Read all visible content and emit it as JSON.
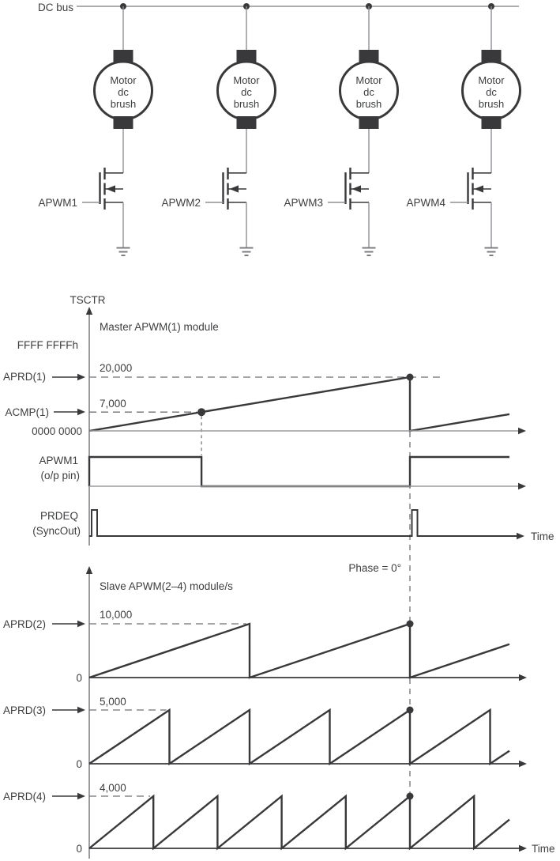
{
  "colors": {
    "dark": "#39393b",
    "gray_wire": "#8f9093",
    "light_baseline": "#9b9c9e",
    "dash": "#707174",
    "text": "#3d3e40",
    "background": "#ffffff"
  },
  "circuit": {
    "bus_label": "DC bus",
    "motor_label_lines": [
      "Motor",
      "dc",
      "brush"
    ],
    "branches": [
      {
        "gate_label": "APWM1"
      },
      {
        "gate_label": "APWM2"
      },
      {
        "gate_label": "APWM3"
      },
      {
        "gate_label": "APWM4"
      }
    ]
  },
  "timing": {
    "axis_label": "TSCTR",
    "master": {
      "title": "Master APWM(1) module",
      "max_label": "FFFF FFFFh",
      "zero_label": "0000 0000",
      "aprd_label": "APRD(1)",
      "aprd_value_label": "20,000",
      "acmp_label": "ACMP(1)",
      "acmp_value_label": "7,000",
      "pwm_label_line1": "APWM1",
      "pwm_label_line2": "(o/p pin)",
      "sync_label_line1": "PRDEQ",
      "sync_label_line2": "(SyncOut)",
      "time_label": "Time",
      "phase_label": "Phase = 0°"
    },
    "slave": {
      "title": "Slave APWM(2–4) module/s",
      "rows": [
        {
          "label": "APRD(2)",
          "value_label": "10,000",
          "zero_label": "0"
        },
        {
          "label": "APRD(3)",
          "value_label": "5,000",
          "zero_label": "0"
        },
        {
          "label": "APRD(4)",
          "value_label": "4,000",
          "zero_label": "0"
        }
      ],
      "time_label": "Time"
    }
  },
  "chart_data": [
    {
      "type": "line",
      "title": "Master APWM(1) module",
      "ylabel": "TSCTR",
      "xlabel": "Time",
      "series": [
        {
          "name": "TSCTR counter",
          "shape": "sawtooth",
          "period": 20000,
          "start": 0
        }
      ],
      "annotations": {
        "APRD(1)": 20000,
        "ACMP(1)": 7000,
        "counter_reset_value": "0000 0000",
        "counter_max": "FFFF FFFFh",
        "phase": "Phase = 0°"
      },
      "digital_signals": [
        {
          "name": "APWM1 (o/p pin)",
          "behavior": "high from period start until ACMP(1)=7,000 match, then low until period end"
        },
        {
          "name": "PRDEQ (SyncOut)",
          "behavior": "narrow pulse at each counter period event (TSCTR = APRD(1))"
        }
      ]
    },
    {
      "type": "line",
      "title": "Slave APWM(2–4) module/s",
      "xlabel": "Time",
      "series": [
        {
          "name": "APRD(2)",
          "shape": "sawtooth",
          "period": 10000,
          "start": 0
        },
        {
          "name": "APRD(3)",
          "shape": "sawtooth",
          "period": 5000,
          "start": 0
        },
        {
          "name": "APRD(4)",
          "shape": "sawtooth",
          "period": 4000,
          "start": 0
        }
      ],
      "annotations": {
        "sync": "slave counters reset in phase with master period event (Phase = 0°)"
      }
    }
  ]
}
